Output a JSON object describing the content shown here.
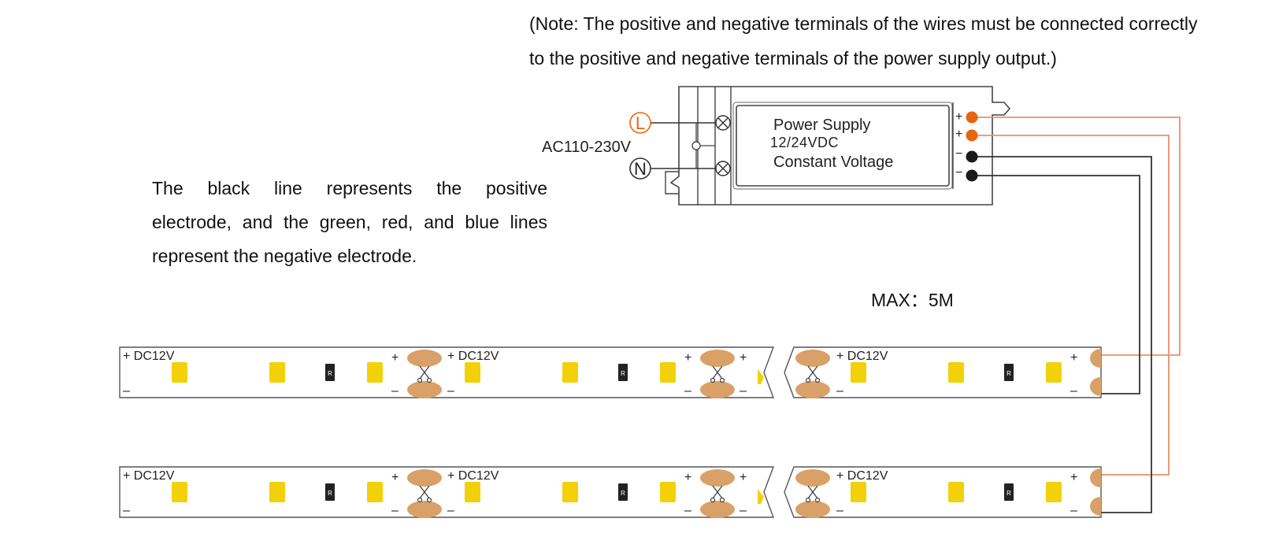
{
  "note": {
    "line1": "(Note: The positive and negative terminals of the wires must be connected correctly",
    "line2": "to the positive and negative terminals of the power supply output.)"
  },
  "description": {
    "line1": "The black line represents the positive",
    "line2": "electrode, and the green, red, and blue lines",
    "line3": "represent the negative electrode."
  },
  "power_supply": {
    "title": "Power Supply",
    "voltage": "12/24VDC",
    "mode": "Constant Voltage",
    "ac_input": "AC110-230V",
    "live_label": "L",
    "neutral_label": "N",
    "plus_symbol": "+",
    "minus_symbol": "−"
  },
  "max_length": "MAX：5M",
  "strip": {
    "segment_label": "+ DC12V",
    "plus_symbol": "+",
    "minus_symbol": "–",
    "resistor_mark": "R",
    "led_color": "#f2d10a",
    "pad_color": "#d9a068"
  },
  "colors": {
    "positive_wire": "#e8906a",
    "negative_wire": "#333333",
    "terminal_positive": "#e8650f",
    "terminal_negative": "#1a1a1a",
    "live_circle": "#e8650f"
  }
}
